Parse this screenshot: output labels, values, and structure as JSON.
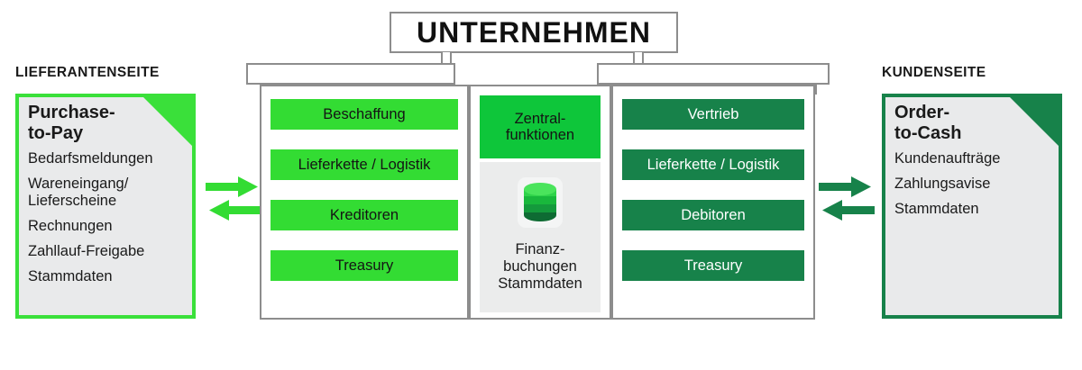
{
  "diagram": {
    "title": "UNTERNEHMEN",
    "colors": {
      "bright_green": "#33dc33",
      "mid_green": "#0ec63a",
      "dark_green": "#17824a",
      "panel_grey": "#e9eaeb",
      "border_grey": "#8d8d8d"
    }
  },
  "left_side": {
    "caption": "LIEFERANTENSEITE",
    "card": {
      "title": "Purchase-\nto-Pay",
      "items": [
        "Bedarfsmeldungen",
        "Wareneingang/\nLieferscheine",
        "Rechnungen",
        "Zahllauf-Freigabe",
        "Stammdaten"
      ]
    },
    "arrows": {
      "forward": "arrow-right",
      "backward": "arrow-left"
    }
  },
  "right_side": {
    "caption": "KUNDENSEITE",
    "card": {
      "title": "Order-\nto-Cash",
      "items": [
        "Kundenaufträge",
        "Zahlungsavise",
        "Stammdaten"
      ]
    },
    "arrows": {
      "forward": "arrow-right",
      "backward": "arrow-left"
    }
  },
  "columns": {
    "left": {
      "style": "bright",
      "items": [
        "Beschaffung",
        "Lieferkette / Logistik",
        "Kreditoren",
        "Treasury"
      ]
    },
    "middle": {
      "header": "Zentral-\nfunktionen",
      "icon": "database-icon",
      "label": "Finanz-\nbuchungen\nStammdaten"
    },
    "right": {
      "style": "dark",
      "items": [
        "Vertrieb",
        "Lieferkette / Logistik",
        "Debitoren",
        "Treasury"
      ]
    }
  }
}
